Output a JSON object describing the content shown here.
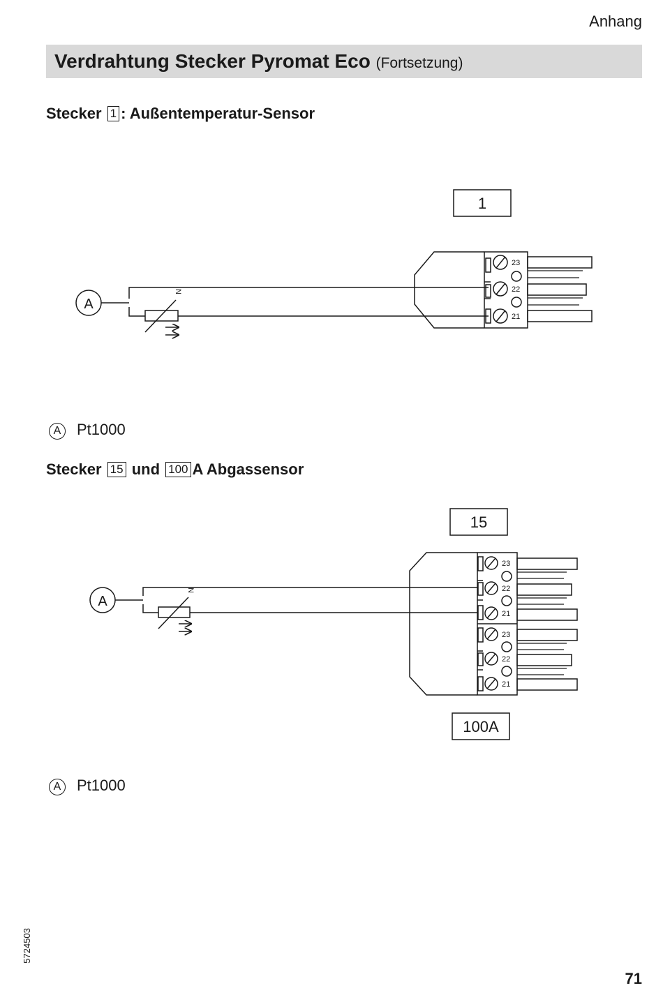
{
  "header": {
    "section": "Anhang"
  },
  "title": {
    "main": "Verdrahtung Stecker Pyromat Eco",
    "sub": "(Fortsetzung)"
  },
  "section1": {
    "prefix": "Stecker",
    "plug_number": "1",
    "suffix": ": Außentemperatur-Sensor",
    "diagram": {
      "plug_label": "1",
      "sensor_label": "A",
      "sensor_mark": "N",
      "terminals": [
        "23",
        "22",
        "21"
      ]
    },
    "legend": {
      "key": "A",
      "text": "Pt1000"
    }
  },
  "section2": {
    "prefix": "Stecker",
    "plug_number_a": "15",
    "middle": "und",
    "plug_number_b": "100",
    "suffix": "A Abgassensor",
    "diagram": {
      "plug_label_top": "15",
      "plug_label_bottom": "100A",
      "sensor_label": "A",
      "sensor_mark": "N",
      "terminals_top": [
        "23",
        "22",
        "21"
      ],
      "terminals_bottom": [
        "23",
        "22",
        "21"
      ]
    },
    "legend": {
      "key": "A",
      "text": "Pt1000"
    }
  },
  "footer": {
    "doc_number": "5724503",
    "page_number": "71"
  }
}
